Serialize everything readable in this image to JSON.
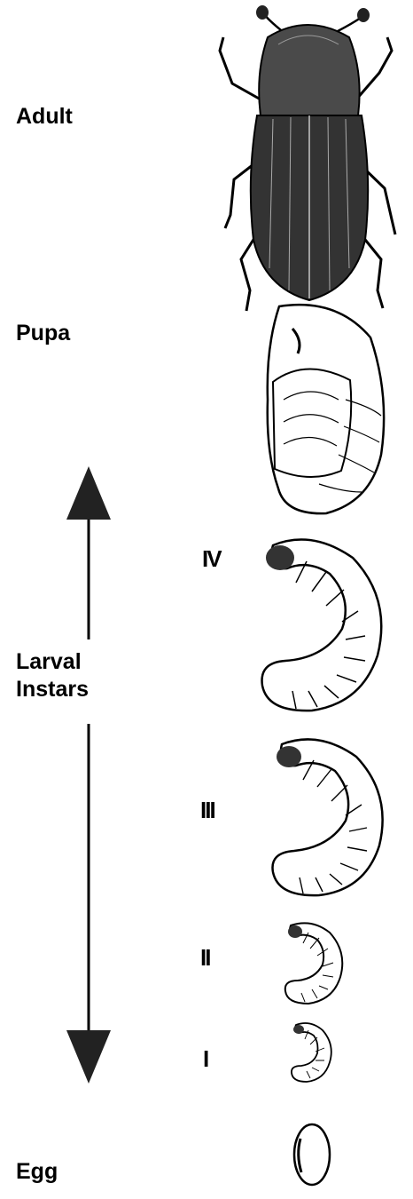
{
  "stages": {
    "adult": "Adult",
    "pupa": "Pupa",
    "larval_line1": "Larval",
    "larval_line2": "Instars",
    "egg": "Egg"
  },
  "instars": {
    "iv": "IV",
    "iii": "III",
    "ii": "II",
    "i": "I"
  },
  "icons": {
    "adult": "beetle-adult-icon",
    "pupa": "pupa-icon",
    "larva": "larva-icon",
    "egg": "egg-icon",
    "arrow": "double-arrow-icon"
  },
  "colors": {
    "ink": "#000000",
    "beetle_shade": "#3a3a3a",
    "background": "#ffffff"
  }
}
